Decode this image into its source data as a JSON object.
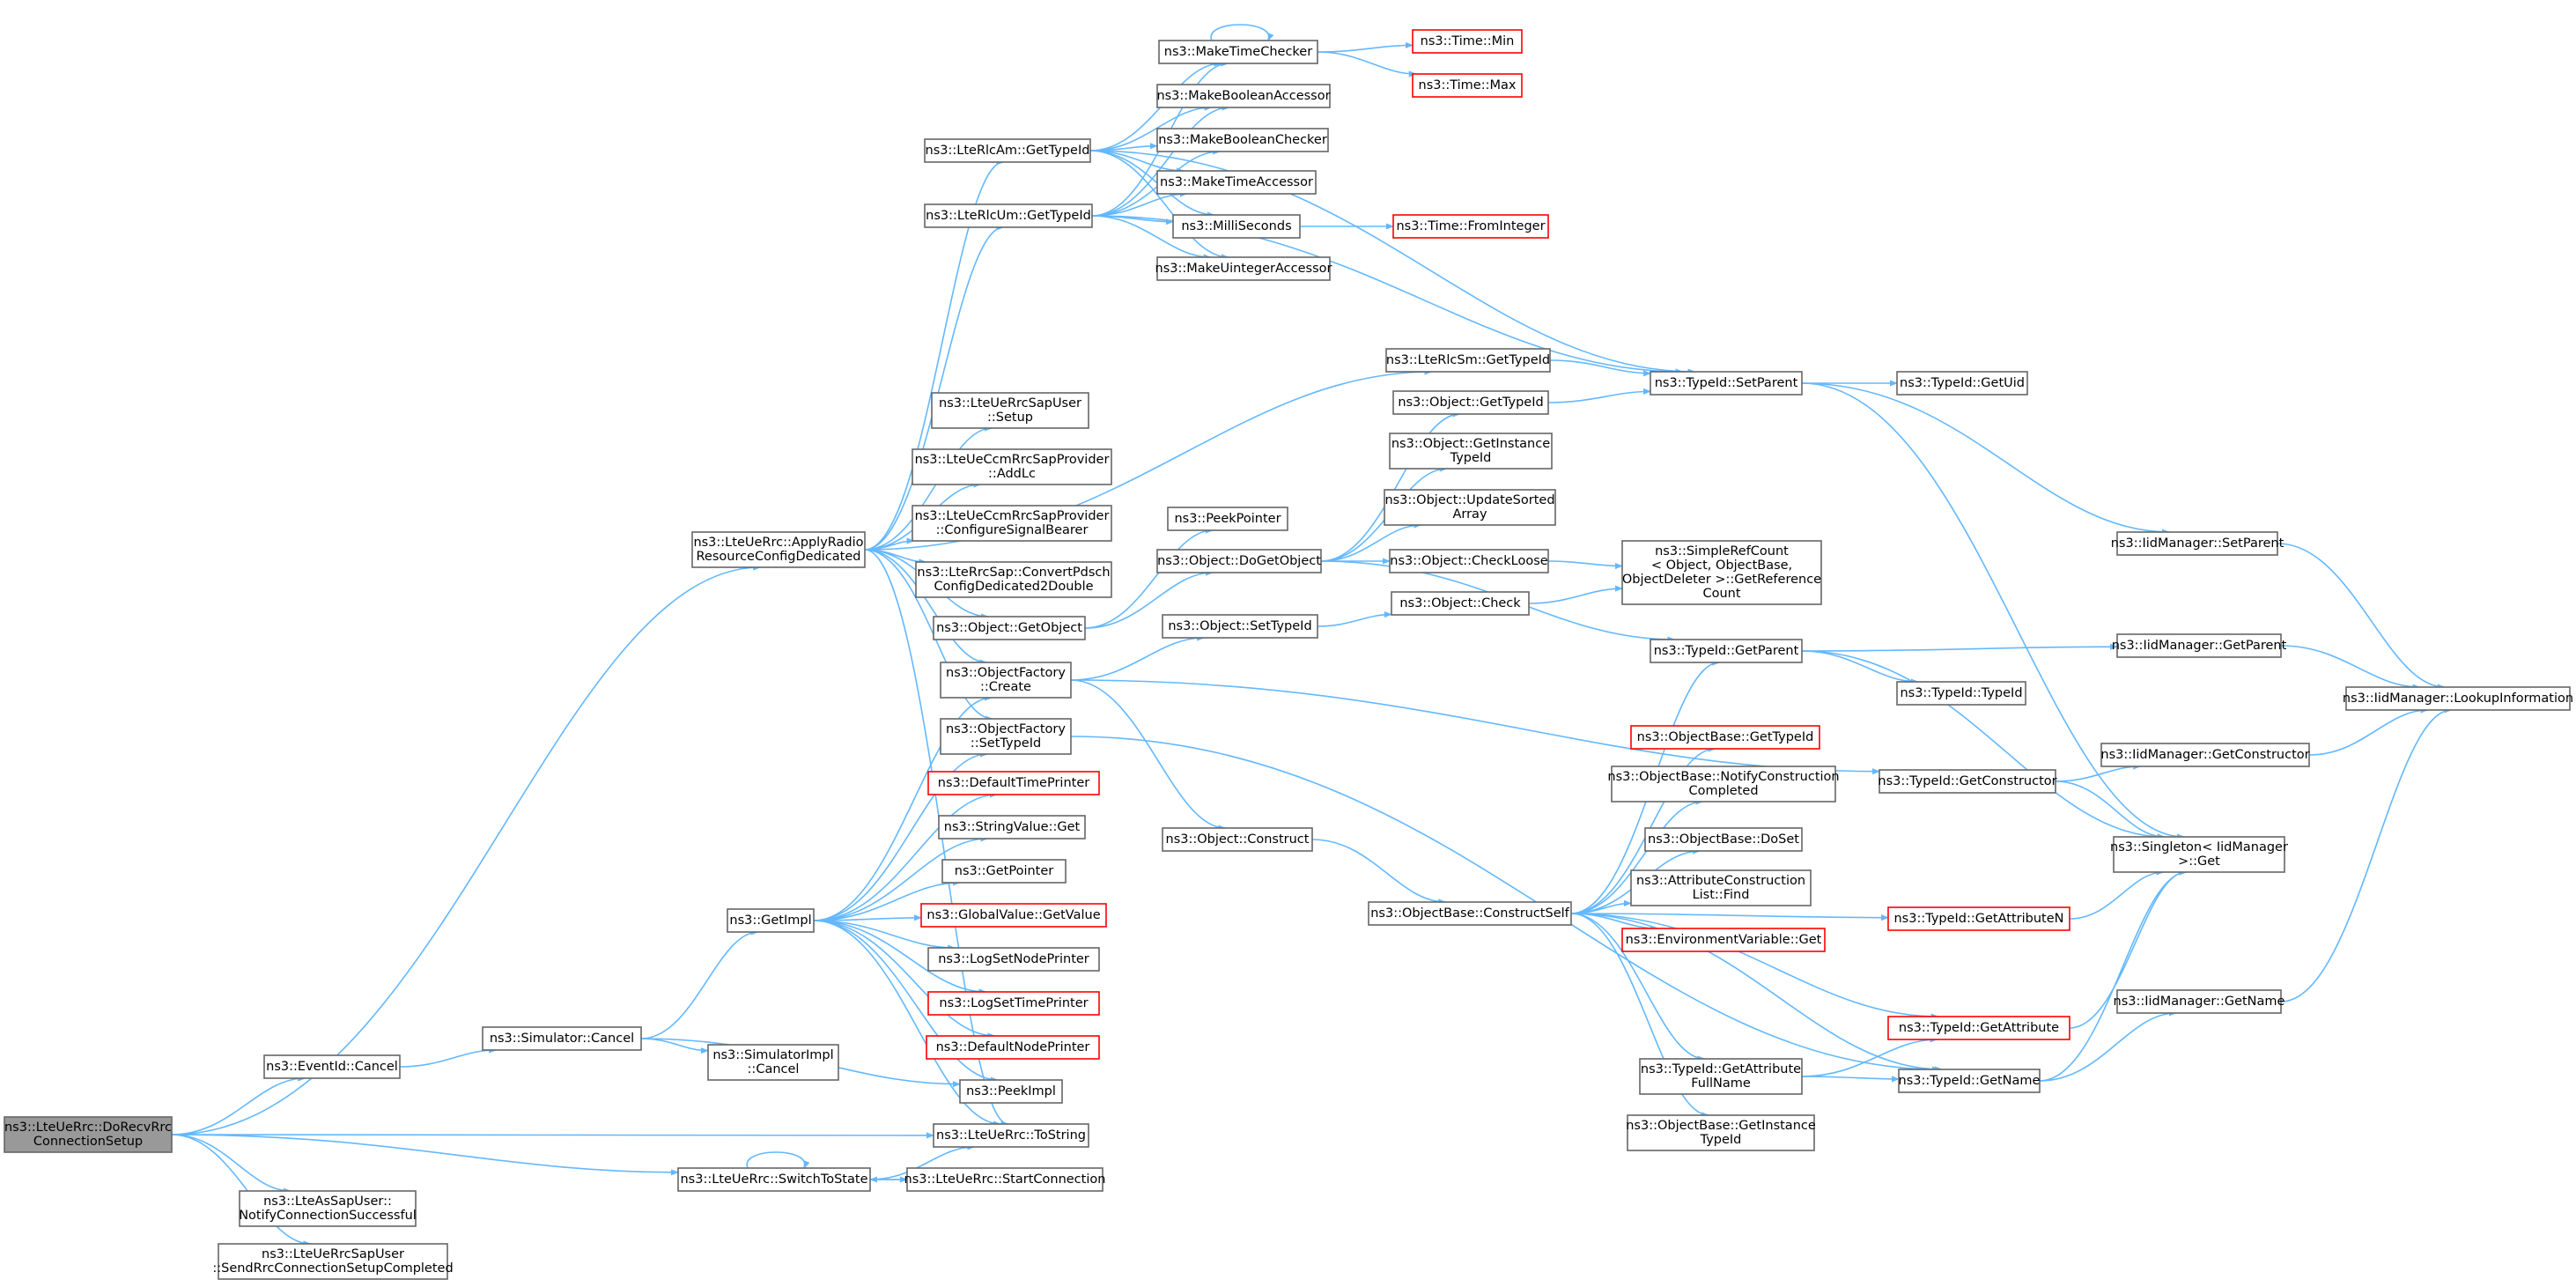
{
  "colors": {
    "edge": "#63b8ff",
    "node_border": "#666666",
    "missing_border": "#ff0000",
    "root_fill": "#999999"
  },
  "nodes": [
    {
      "id": "root",
      "lines": [
        "ns3::LteUeRrc::DoRecvRrc",
        "ConnectionSetup"
      ],
      "style": "root"
    },
    {
      "id": "eventid_cancel",
      "lines": [
        "ns3::EventId::Cancel"
      ]
    },
    {
      "id": "sim_cancel",
      "lines": [
        "ns3::Simulator::Cancel"
      ]
    },
    {
      "id": "simimpl_cancel",
      "lines": [
        "ns3::SimulatorImpl",
        "::Cancel"
      ]
    },
    {
      "id": "getimpl",
      "lines": [
        "ns3::GetImpl"
      ]
    },
    {
      "id": "apply",
      "lines": [
        "ns3::LteUeRrc::ApplyRadio",
        "ResourceConfigDedicated"
      ]
    },
    {
      "id": "asap",
      "lines": [
        "ns3::LteAsSapUser::",
        "NotifyConnectionSuccessful"
      ]
    },
    {
      "id": "rrcsap_send",
      "lines": [
        "ns3::LteUeRrcSapUser",
        "::SendRrcConnectionSetupCompleted"
      ]
    },
    {
      "id": "switch",
      "lines": [
        "ns3::LteUeRrc::SwitchToState"
      ]
    },
    {
      "id": "start_conn",
      "lines": [
        "ns3::LteUeRrc::StartConnection"
      ]
    },
    {
      "id": "tostring",
      "lines": [
        "ns3::LteUeRrc::ToString"
      ]
    },
    {
      "id": "peekimpl",
      "lines": [
        "ns3::PeekImpl"
      ]
    },
    {
      "id": "defnode",
      "lines": [
        "ns3::DefaultNodePrinter"
      ],
      "style": "red"
    },
    {
      "id": "logsettime",
      "lines": [
        "ns3::LogSetTimePrinter"
      ],
      "style": "red"
    },
    {
      "id": "logsetnode",
      "lines": [
        "ns3::LogSetNodePrinter"
      ]
    },
    {
      "id": "globalval",
      "lines": [
        "ns3::GlobalValue::GetValue"
      ],
      "style": "red"
    },
    {
      "id": "getpointer",
      "lines": [
        "ns3::GetPointer"
      ]
    },
    {
      "id": "stringval",
      "lines": [
        "ns3::StringValue::Get"
      ]
    },
    {
      "id": "deftime",
      "lines": [
        "ns3::DefaultTimePrinter"
      ],
      "style": "red"
    },
    {
      "id": "of_settypeid",
      "lines": [
        "ns3::ObjectFactory",
        "::SetTypeId"
      ]
    },
    {
      "id": "of_create",
      "lines": [
        "ns3::ObjectFactory",
        "::Create"
      ]
    },
    {
      "id": "obj_getobject",
      "lines": [
        "ns3::Object::GetObject"
      ]
    },
    {
      "id": "ltercsap",
      "lines": [
        "ns3::LteRrcSap::ConvertPdsch",
        "ConfigDedicated2Double"
      ]
    },
    {
      "id": "ccm_config",
      "lines": [
        "ns3::LteUeCcmRrcSapProvider",
        "::ConfigureSignalBearer"
      ]
    },
    {
      "id": "ccm_addlc",
      "lines": [
        "ns3::LteUeCcmRrcSapProvider",
        "::AddLc"
      ]
    },
    {
      "id": "rrcsapuser_setup",
      "lines": [
        "ns3::LteUeRrcSapUser",
        "::Setup"
      ]
    },
    {
      "id": "rlcum",
      "lines": [
        "ns3::LteRlcUm::GetTypeId"
      ]
    },
    {
      "id": "rlcam",
      "lines": [
        "ns3::LteRlcAm::GetTypeId"
      ]
    },
    {
      "id": "peekpointer",
      "lines": [
        "ns3::PeekPointer"
      ]
    },
    {
      "id": "dogetobject",
      "lines": [
        "ns3::Object::DoGetObject"
      ]
    },
    {
      "id": "obj_settypeid",
      "lines": [
        "ns3::Object::SetTypeId"
      ]
    },
    {
      "id": "obj_construct",
      "lines": [
        "ns3::Object::Construct"
      ]
    },
    {
      "id": "mtc",
      "lines": [
        "ns3::MakeTimeChecker"
      ]
    },
    {
      "id": "mba",
      "lines": [
        "ns3::MakeBooleanAccessor"
      ]
    },
    {
      "id": "mbc",
      "lines": [
        "ns3::MakeBooleanChecker"
      ]
    },
    {
      "id": "mta",
      "lines": [
        "ns3::MakeTimeAccessor"
      ]
    },
    {
      "id": "millis",
      "lines": [
        "ns3::MilliSeconds"
      ]
    },
    {
      "id": "mua",
      "lines": [
        "ns3::MakeUintegerAccessor"
      ]
    },
    {
      "id": "time_min",
      "lines": [
        "ns3::Time::Min"
      ],
      "style": "red"
    },
    {
      "id": "time_max",
      "lines": [
        "ns3::Time::Max"
      ],
      "style": "red"
    },
    {
      "id": "time_fromint",
      "lines": [
        "ns3::Time::FromInteger"
      ],
      "style": "red"
    },
    {
      "id": "rlcsm",
      "lines": [
        "ns3::LteRlcSm::GetTypeId"
      ]
    },
    {
      "id": "obj_gettypeid",
      "lines": [
        "ns3::Object::GetTypeId"
      ]
    },
    {
      "id": "obj_getinst",
      "lines": [
        "ns3::Object::GetInstance",
        "TypeId"
      ]
    },
    {
      "id": "obj_updsorted",
      "lines": [
        "ns3::Object::UpdateSorted",
        "Array"
      ]
    },
    {
      "id": "obj_checkloose",
      "lines": [
        "ns3::Object::CheckLoose"
      ]
    },
    {
      "id": "obj_check",
      "lines": [
        "ns3::Object::Check"
      ]
    },
    {
      "id": "simplerefcount",
      "lines": [
        "ns3::SimpleRefCount",
        "< Object, ObjectBase,",
        "ObjectDeleter >::GetReference",
        "Count"
      ]
    },
    {
      "id": "ob_constructself",
      "lines": [
        "ns3::ObjectBase::ConstructSelf"
      ]
    },
    {
      "id": "ob_gettypeid",
      "lines": [
        "ns3::ObjectBase::GetTypeId"
      ],
      "style": "red"
    },
    {
      "id": "ob_notify",
      "lines": [
        "ns3::ObjectBase::NotifyConstruction",
        "Completed"
      ]
    },
    {
      "id": "ob_doset",
      "lines": [
        "ns3::ObjectBase::DoSet"
      ]
    },
    {
      "id": "attrconstr",
      "lines": [
        "ns3::AttributeConstruction",
        "List::Find"
      ]
    },
    {
      "id": "envvar",
      "lines": [
        "ns3::EnvironmentVariable::Get"
      ],
      "style": "red"
    },
    {
      "id": "tid_getattrfull",
      "lines": [
        "ns3::TypeId::GetAttribute",
        "FullName"
      ]
    },
    {
      "id": "ob_getinst",
      "lines": [
        "ns3::ObjectBase::GetInstance",
        "TypeId"
      ]
    },
    {
      "id": "tid_setparent",
      "lines": [
        "ns3::TypeId::SetParent"
      ]
    },
    {
      "id": "tid_getuid",
      "lines": [
        "ns3::TypeId::GetUid"
      ]
    },
    {
      "id": "tid_getparent",
      "lines": [
        "ns3::TypeId::GetParent"
      ]
    },
    {
      "id": "tid_typeid",
      "lines": [
        "ns3::TypeId::TypeId"
      ]
    },
    {
      "id": "tid_getconstructor",
      "lines": [
        "ns3::TypeId::GetConstructor"
      ]
    },
    {
      "id": "tid_getattrn",
      "lines": [
        "ns3::TypeId::GetAttributeN"
      ],
      "style": "red"
    },
    {
      "id": "tid_getattr",
      "lines": [
        "ns3::TypeId::GetAttribute"
      ],
      "style": "red"
    },
    {
      "id": "tid_getname",
      "lines": [
        "ns3::TypeId::GetName"
      ]
    },
    {
      "id": "iid_setparent",
      "lines": [
        "ns3::IidManager::SetParent"
      ]
    },
    {
      "id": "iid_getparent",
      "lines": [
        "ns3::IidManager::GetParent"
      ]
    },
    {
      "id": "iid_getconstructor",
      "lines": [
        "ns3::IidManager::GetConstructor"
      ]
    },
    {
      "id": "singleton",
      "lines": [
        "ns3::Singleton< IidManager",
        ">::Get"
      ]
    },
    {
      "id": "iid_getname",
      "lines": [
        "ns3::IidManager::GetName"
      ]
    },
    {
      "id": "iid_lookup",
      "lines": [
        "ns3::IidManager::LookupInformation"
      ]
    }
  ],
  "edges": [
    [
      "root",
      "eventid_cancel"
    ],
    [
      "root",
      "apply"
    ],
    [
      "root",
      "tostring"
    ],
    [
      "root",
      "switch"
    ],
    [
      "root",
      "asap"
    ],
    [
      "root",
      "rrcsap_send"
    ],
    [
      "eventid_cancel",
      "sim_cancel"
    ],
    [
      "sim_cancel",
      "simimpl_cancel"
    ],
    [
      "sim_cancel",
      "getimpl"
    ],
    [
      "sim_cancel",
      "peekimpl"
    ],
    [
      "getimpl",
      "of_create"
    ],
    [
      "getimpl",
      "of_settypeid"
    ],
    [
      "getimpl",
      "deftime"
    ],
    [
      "getimpl",
      "stringval"
    ],
    [
      "getimpl",
      "getpointer"
    ],
    [
      "getimpl",
      "globalval"
    ],
    [
      "getimpl",
      "logsetnode"
    ],
    [
      "getimpl",
      "logsettime"
    ],
    [
      "getimpl",
      "defnode"
    ],
    [
      "getimpl",
      "peekimpl"
    ],
    [
      "getimpl",
      "tostring"
    ],
    [
      "apply",
      "rlcam"
    ],
    [
      "apply",
      "rlcum"
    ],
    [
      "apply",
      "rlcsm"
    ],
    [
      "apply",
      "rrcsapuser_setup"
    ],
    [
      "apply",
      "ccm_addlc"
    ],
    [
      "apply",
      "ccm_config"
    ],
    [
      "apply",
      "ltercsap"
    ],
    [
      "apply",
      "obj_getobject"
    ],
    [
      "apply",
      "of_create"
    ],
    [
      "apply",
      "of_settypeid"
    ],
    [
      "apply",
      "tostring"
    ],
    [
      "switch",
      "tostring"
    ],
    [
      "switch",
      "start_conn"
    ],
    [
      "start_conn",
      "switch"
    ],
    [
      "switch",
      "switch"
    ],
    [
      "obj_getobject",
      "peekpointer"
    ],
    [
      "obj_getobject",
      "dogetobject"
    ],
    [
      "of_create",
      "obj_settypeid"
    ],
    [
      "of_create",
      "obj_construct"
    ],
    [
      "of_create",
      "tid_getconstructor"
    ],
    [
      "of_settypeid",
      "tid_getname"
    ],
    [
      "rlcam",
      "mtc"
    ],
    [
      "rlcam",
      "mba"
    ],
    [
      "rlcam",
      "mbc"
    ],
    [
      "rlcam",
      "mta"
    ],
    [
      "rlcam",
      "millis"
    ],
    [
      "rlcam",
      "mua"
    ],
    [
      "rlcam",
      "tid_setparent"
    ],
    [
      "rlcum",
      "mtc"
    ],
    [
      "rlcum",
      "mba"
    ],
    [
      "rlcum",
      "mbc"
    ],
    [
      "rlcum",
      "mta"
    ],
    [
      "rlcum",
      "millis"
    ],
    [
      "rlcum",
      "mua"
    ],
    [
      "rlcum",
      "tid_setparent"
    ],
    [
      "mtc",
      "mtc"
    ],
    [
      "mtc",
      "time_min"
    ],
    [
      "mtc",
      "time_max"
    ],
    [
      "millis",
      "time_fromint"
    ],
    [
      "rlcsm",
      "tid_setparent"
    ],
    [
      "dogetobject",
      "obj_gettypeid"
    ],
    [
      "dogetobject",
      "obj_getinst"
    ],
    [
      "dogetobject",
      "obj_updsorted"
    ],
    [
      "dogetobject",
      "obj_checkloose"
    ],
    [
      "dogetobject",
      "tid_getparent"
    ],
    [
      "obj_gettypeid",
      "tid_setparent"
    ],
    [
      "obj_settypeid",
      "obj_check"
    ],
    [
      "obj_checkloose",
      "simplerefcount"
    ],
    [
      "obj_check",
      "simplerefcount"
    ],
    [
      "obj_construct",
      "ob_constructself"
    ],
    [
      "ob_constructself",
      "tid_getparent"
    ],
    [
      "ob_constructself",
      "ob_gettypeid"
    ],
    [
      "ob_constructself",
      "ob_notify"
    ],
    [
      "ob_constructself",
      "ob_doset"
    ],
    [
      "ob_constructself",
      "attrconstr"
    ],
    [
      "ob_constructself",
      "envvar"
    ],
    [
      "ob_constructself",
      "tid_getattrn"
    ],
    [
      "ob_constructself",
      "tid_getattr"
    ],
    [
      "ob_constructself",
      "tid_getattrfull"
    ],
    [
      "ob_constructself",
      "ob_getinst"
    ],
    [
      "ob_constructself",
      "tid_getname"
    ],
    [
      "tid_setparent",
      "tid_getuid"
    ],
    [
      "tid_setparent",
      "iid_setparent"
    ],
    [
      "tid_setparent",
      "singleton"
    ],
    [
      "tid_getparent",
      "iid_getparent"
    ],
    [
      "tid_getparent",
      "tid_typeid"
    ],
    [
      "tid_getparent",
      "singleton"
    ],
    [
      "tid_getconstructor",
      "iid_getconstructor"
    ],
    [
      "tid_getconstructor",
      "singleton"
    ],
    [
      "tid_getattrn",
      "singleton"
    ],
    [
      "tid_getattr",
      "singleton"
    ],
    [
      "tid_getattrfull",
      "tid_getattr"
    ],
    [
      "tid_getattrfull",
      "tid_getname"
    ],
    [
      "tid_getname",
      "iid_getname"
    ],
    [
      "tid_getname",
      "singleton"
    ],
    [
      "iid_setparent",
      "iid_lookup"
    ],
    [
      "iid_getparent",
      "iid_lookup"
    ],
    [
      "iid_getconstructor",
      "iid_lookup"
    ],
    [
      "iid_getname",
      "iid_lookup"
    ]
  ]
}
